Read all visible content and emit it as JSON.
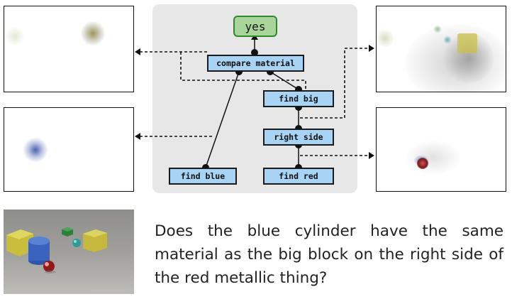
{
  "answer": "yes",
  "modules": {
    "compare": "compare material",
    "find_big": "find big",
    "right_side": "right side",
    "find_blue": "find blue",
    "find_red": "find red"
  },
  "question": "Does the blue cylinder have the same material as the big block on the right side of the red metallic thing?",
  "colors": {
    "panel_bg": "#e7e7e7",
    "module_fill": "#a7d3f5",
    "answer_fill": "#a8d69a",
    "answer_border": "#2f8a2f"
  }
}
